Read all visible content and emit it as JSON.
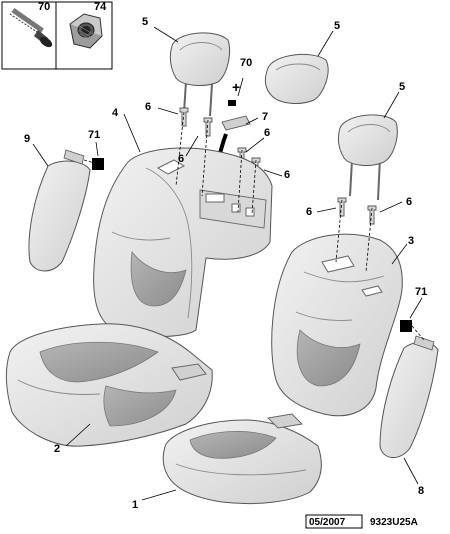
{
  "callouts": {
    "c70_box": "70",
    "c74_box": "74",
    "c5_left": "5",
    "c5_mid": "5",
    "c5_right": "5",
    "c70_center": "70",
    "c6_a": "6",
    "c6_b": "6",
    "c6_c": "6",
    "c6_d": "6",
    "c6_e": "6",
    "c6_f": "6",
    "c7": "7",
    "c4": "4",
    "c9": "9",
    "c71_left": "71",
    "c71_right": "71",
    "c3": "3",
    "c2": "2",
    "c1": "1",
    "c8": "8"
  },
  "footer": {
    "date": "05/2007",
    "reference": "9323U25A"
  },
  "colors": {
    "shell": "#e6e6e6",
    "shell_dark": "#c8c8c8",
    "insert": "#9a9a9a",
    "black_clip": "#000000"
  }
}
